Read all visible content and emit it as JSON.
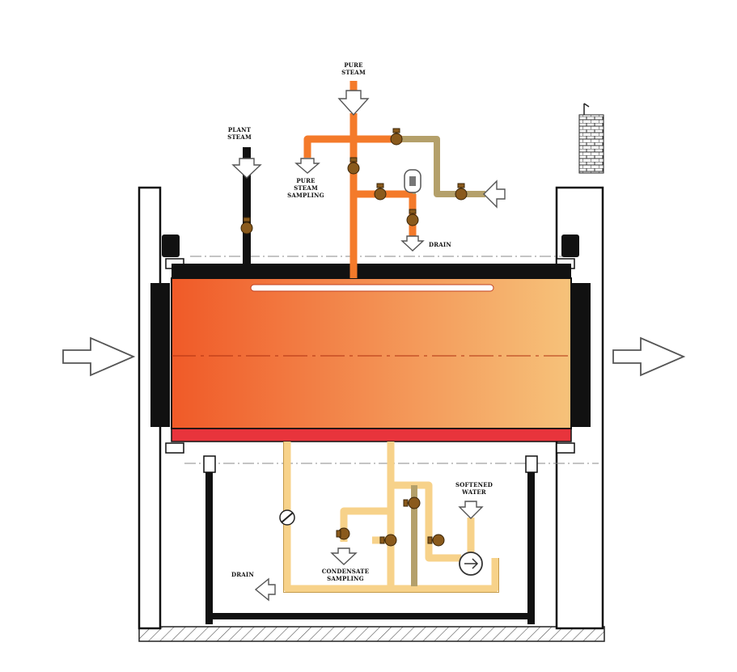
{
  "labels": {
    "pure_steam": [
      "PURE",
      "STEAM"
    ],
    "plant_steam": [
      "PLANT",
      "STEAM"
    ],
    "pure_steam_sampling": [
      "PURE",
      "STEAM",
      "SAMPLING"
    ],
    "drain_top": "DRAIN",
    "softened_water": [
      "SOFTENED",
      "WATER"
    ],
    "condensate_sampling": [
      "CONDENSATE",
      "SAMPLING"
    ],
    "drain_bottom": "DRAIN"
  },
  "colors": {
    "pure_steam": "#f47a2a",
    "plant_steam": "#111111",
    "condensate": "#f7d28a",
    "cooling_water": "#b4a06a",
    "valve": "#8a5a1c",
    "chamber_left": "#f05a28",
    "chamber_right": "#f6c27a",
    "chamber_bottom_band": "#e8343c"
  },
  "icons": {
    "inlet_arrow": "hollow-right-arrow",
    "outlet_arrow": "hollow-right-arrow",
    "chimney": "brick-chimney",
    "pump": "pump-circle",
    "trap": "steam-trap",
    "sight_glass": "sight-glass-circle"
  }
}
